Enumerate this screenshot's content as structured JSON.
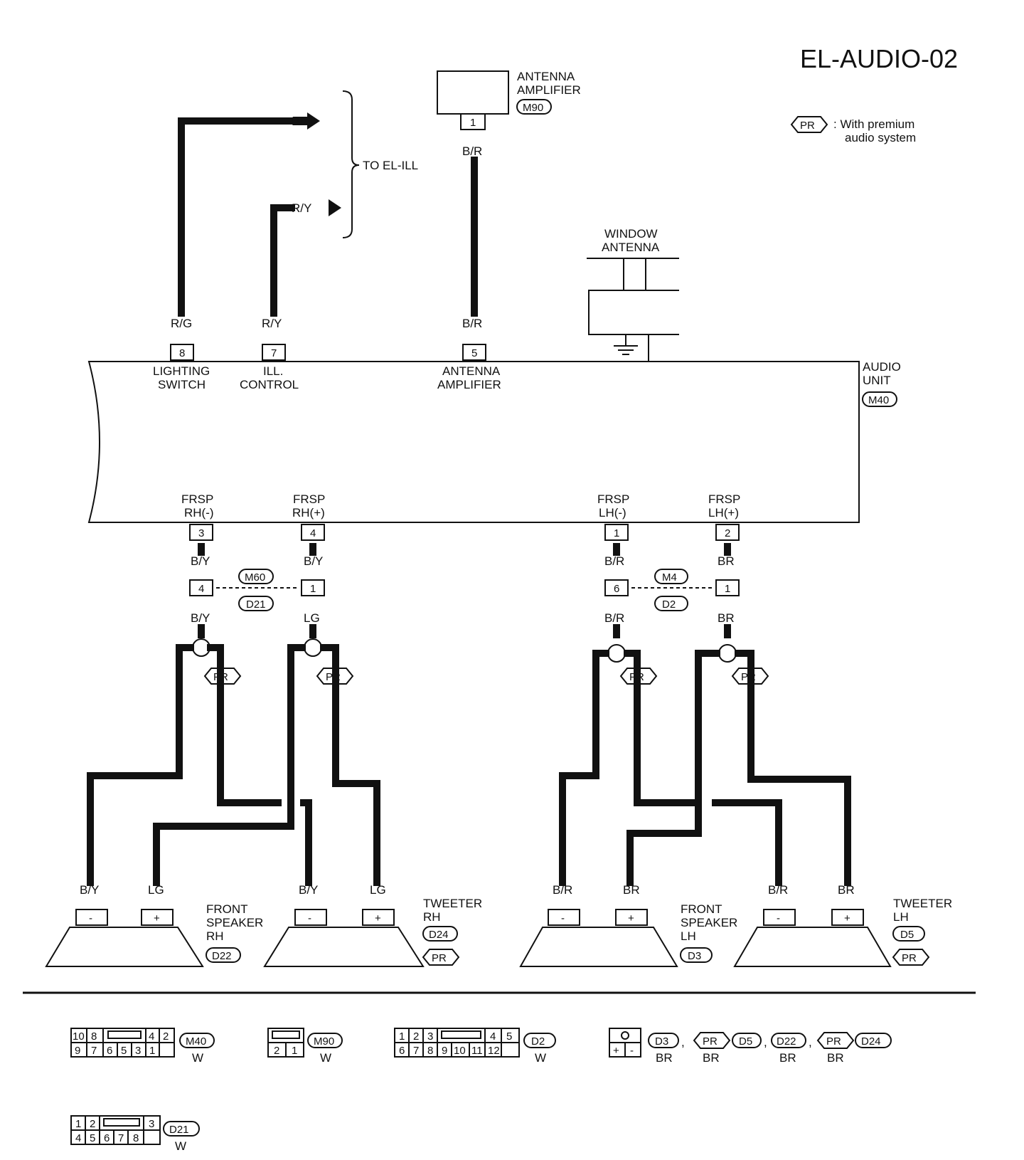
{
  "title": "EL-AUDIO-02",
  "legend": {
    "symbol": "PR",
    "text_line1": ": With premium",
    "text_line2": "audio system"
  },
  "antenna_amp": {
    "name_line1": "ANTENNA",
    "name_line2": "AMPLIFIER",
    "connector": "M90",
    "pin": "1",
    "wire": "B/R"
  },
  "to_ill": {
    "label": "TO EL-ILL",
    "wire_rg": "R/G",
    "wire_ry": "R/Y"
  },
  "window_antenna": {
    "line1": "WINDOW",
    "line2": "ANTENNA"
  },
  "audio_unit": {
    "name_line1": "AUDIO",
    "name_line2": "UNIT",
    "connector": "M40",
    "top_pins": [
      {
        "pin": "8",
        "wire": "R/G",
        "label1": "LIGHTING",
        "label2": "SWITCH"
      },
      {
        "pin": "7",
        "wire": "R/Y",
        "label1": "ILL.",
        "label2": "CONTROL"
      },
      {
        "pin": "5",
        "wire": "B/R",
        "label1": "ANTENNA",
        "label2": "AMPLIFIER"
      }
    ],
    "bottom_pins": [
      {
        "pin": "3",
        "label1": "FRSP",
        "label2": "RH(-)"
      },
      {
        "pin": "4",
        "label1": "FRSP",
        "label2": "RH(+)"
      },
      {
        "pin": "1",
        "label1": "FRSP",
        "label2": "LH(-)"
      },
      {
        "pin": "2",
        "label1": "FRSP",
        "label2": "LH(+)"
      }
    ]
  },
  "rh_chain": {
    "wire_a": "B/Y",
    "wire_b": "LG",
    "joint_pin_a": "4",
    "joint_pin_b": "1",
    "connector_top": "M60",
    "connector_bottom": "D21",
    "pr": "PR"
  },
  "lh_chain": {
    "wire_a": "B/R",
    "wire_b": "BR",
    "joint_pin_a": "6",
    "joint_pin_b": "1",
    "connector_top": "M4",
    "connector_bottom": "D2",
    "pr": "PR"
  },
  "speakers": [
    {
      "wire_minus": "B/Y",
      "wire_plus": "LG",
      "minus": "-",
      "plus": "+",
      "name_line1": "FRONT",
      "name_line2": "SPEAKER",
      "name_line3": "RH",
      "connector": "D22",
      "pr": ""
    },
    {
      "wire_minus": "B/Y",
      "wire_plus": "LG",
      "minus": "-",
      "plus": "+",
      "name_line1": "TWEETER",
      "name_line2": "RH",
      "name_line3": "",
      "connector": "D24",
      "pr": "PR"
    },
    {
      "wire_minus": "B/R",
      "wire_plus": "BR",
      "minus": "-",
      "plus": "+",
      "name_line1": "FRONT",
      "name_line2": "SPEAKER",
      "name_line3": "LH",
      "connector": "D3",
      "pr": ""
    },
    {
      "wire_minus": "B/R",
      "wire_plus": "BR",
      "minus": "-",
      "plus": "+",
      "name_line1": "TWEETER",
      "name_line2": "LH",
      "name_line3": "",
      "connector": "D5",
      "pr": "PR"
    }
  ],
  "connector_views": {
    "m40": {
      "id": "M40",
      "color": "W",
      "top": [
        "10",
        "8",
        "",
        "4",
        "2"
      ],
      "bottom": [
        "9",
        "7",
        "6",
        "5",
        "3",
        "1"
      ]
    },
    "m90": {
      "id": "M90",
      "color": "W",
      "bottom": [
        "2",
        "1"
      ]
    },
    "d2": {
      "id": "D2",
      "color": "W",
      "top": [
        "1",
        "2",
        "3",
        "",
        "4",
        "5"
      ],
      "bottom": [
        "6",
        "7",
        "8",
        "9",
        "10",
        "11",
        "12"
      ]
    },
    "spk": {
      "ids": [
        "D3",
        "PR",
        "D5",
        "D22",
        "PR",
        "D24"
      ],
      "colors": [
        "BR",
        "BR",
        "BR",
        "BR"
      ],
      "top": "O",
      "bottom": [
        "+",
        "-"
      ],
      "sep": ","
    },
    "d21": {
      "id": "D21",
      "color": "W",
      "top": [
        "1",
        "2",
        "",
        "3"
      ],
      "bottom": [
        "4",
        "5",
        "6",
        "7",
        "8"
      ]
    }
  }
}
